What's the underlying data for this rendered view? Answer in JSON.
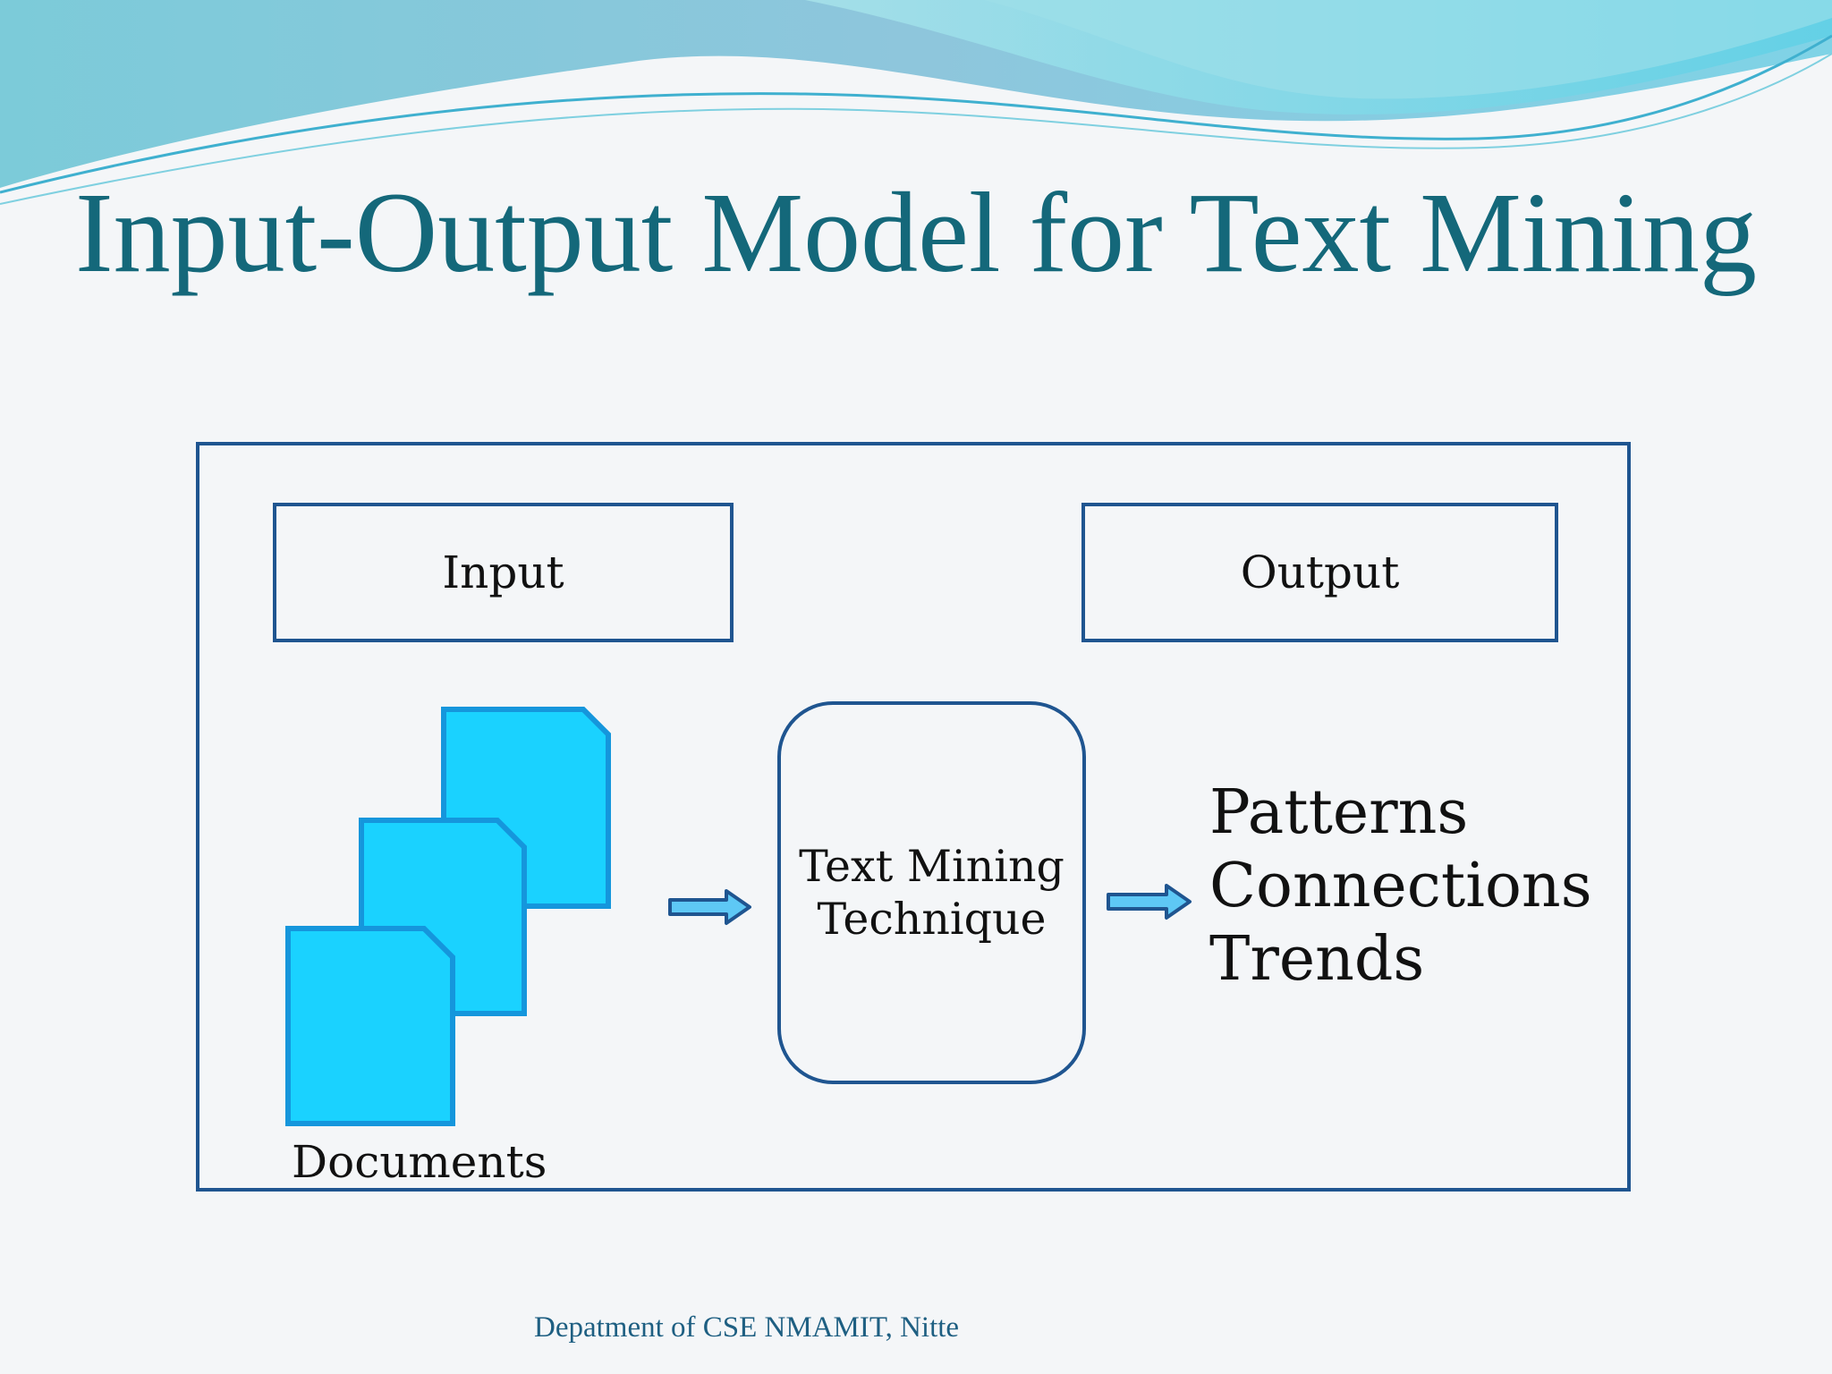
{
  "slide": {
    "title": "Input-Output Model for Text Mining",
    "footer": "Depatment of CSE NMAMIT, Nitte"
  },
  "diagram": {
    "input_label": "Input",
    "output_label": "Output",
    "documents_label": "Documents",
    "process_lines": [
      "Text Mining",
      "Technique"
    ],
    "outputs": [
      "Patterns",
      "Connections",
      "Trends"
    ]
  },
  "colors": {
    "title": "#14687a",
    "frame": "#1f5590",
    "document_fill": "#1ad2ff",
    "document_stroke": "#1596dc",
    "arrow_fill": "#5ec8f5",
    "arrow_stroke": "#1f5590"
  },
  "icons": {
    "document": "document-icon",
    "arrow": "right-arrow-icon"
  }
}
